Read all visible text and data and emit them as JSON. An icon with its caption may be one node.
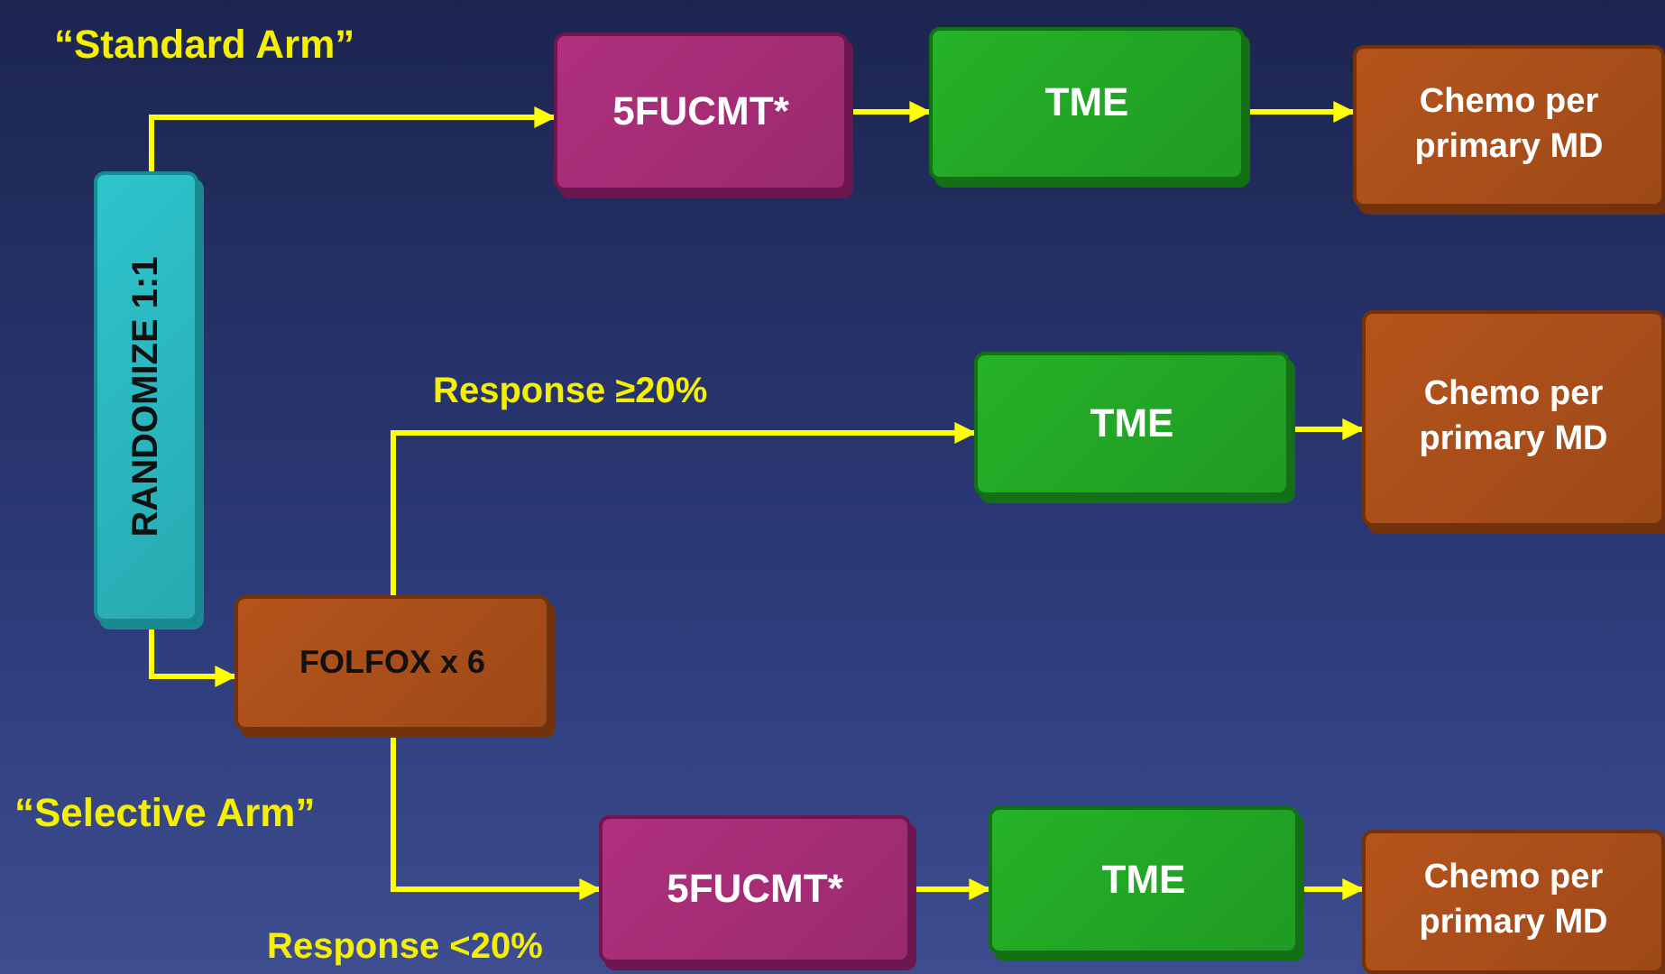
{
  "diagram": {
    "nodes": [
      {
        "text": [
          "RANDOMIZE 1:1"
        ]
      },
      {
        "text": [
          "5FUCMT*"
        ]
      },
      {
        "text": [
          "TME"
        ]
      },
      {
        "text": [
          "Chemo per primary MD"
        ]
      },
      {
        "text": [
          "FOLFOX x 6"
        ]
      },
      {
        "text": [
          "TME"
        ]
      },
      {
        "text": [
          "Chemo per primary MD"
        ]
      },
      {
        "text": [
          "5FUCMT*"
        ]
      },
      {
        "text": [
          "TME"
        ]
      },
      {
        "text": [
          "Chemo per primary MD"
        ]
      }
    ],
    "edges": [
      {
        "from": 0,
        "to": 1,
        "arrow": "to"
      },
      {
        "from": 1,
        "to": 2,
        "arrow": "to"
      },
      {
        "from": 2,
        "to": 3,
        "arrow": "to"
      },
      {
        "from": 0,
        "to": 4,
        "arrow": "to"
      },
      {
        "from": 4,
        "to": 5,
        "arrow": "to",
        "label": "Response ≥20%"
      },
      {
        "from": 5,
        "to": 6,
        "arrow": "to"
      },
      {
        "from": 4,
        "to": 7,
        "arrow": "to",
        "label": "Response <20%"
      },
      {
        "from": 7,
        "to": 8,
        "arrow": "to"
      },
      {
        "from": 8,
        "to": 9,
        "arrow": "to"
      }
    ],
    "labels": [
      "“Standard Arm”",
      "“Selective Arm”"
    ]
  }
}
